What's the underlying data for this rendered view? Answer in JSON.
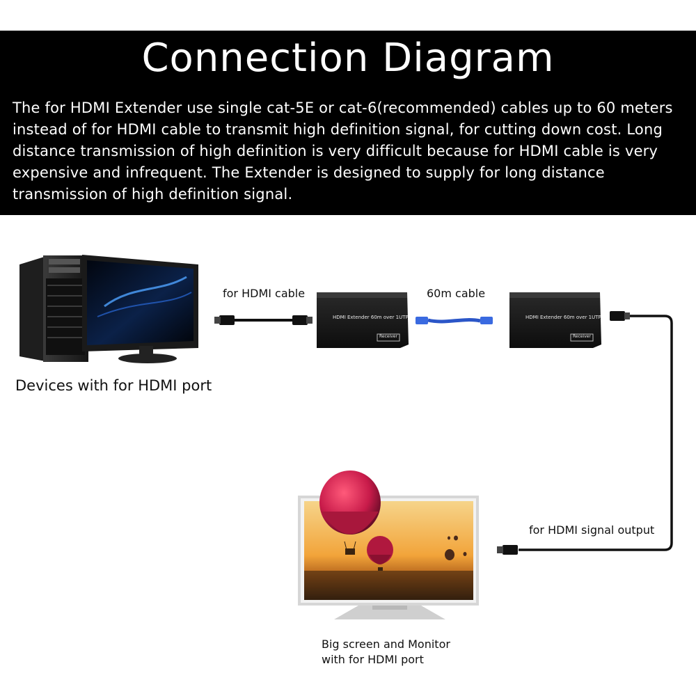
{
  "header": {
    "title": "Connection Diagram",
    "description": "The for HDMI Extender use single cat-5E or cat-6(recommended) cables up to 60 meters instead of for HDMI cable to transmit high definition signal, for cutting down cost. Long distance transmission of high definition is very difficult because for HDMI cable is very expensive and infrequent. The Extender is designed to supply for long distance transmission of high definition signal."
  },
  "labels": {
    "source_device": "Devices with for HDMI port",
    "hdmi_cable": "for HDMI cable",
    "lan_cable": "60m cable",
    "signal_output": "for HDMI signal output",
    "display_line1": "Big screen and Monitor",
    "display_line2": "with for HDMI port"
  },
  "extender": {
    "transmitter_text": "HDMI Extender 60m over  1UTP",
    "transmitter_badge": "Receiver",
    "receiver_text": "HDMI Extender 60m over  1UTP",
    "receiver_badge": "Receiver"
  },
  "icons": [
    "desktop-pc-icon",
    "monitor-icon",
    "hdmi-cable-icon",
    "ethernet-cable-icon",
    "extender-box-icon",
    "tv-icon",
    "hot-air-balloon-icon"
  ],
  "colors": {
    "header_bg": "#000000",
    "header_text": "#ffffff",
    "cable": "#111111",
    "lan_cable": "#2b56c8"
  }
}
